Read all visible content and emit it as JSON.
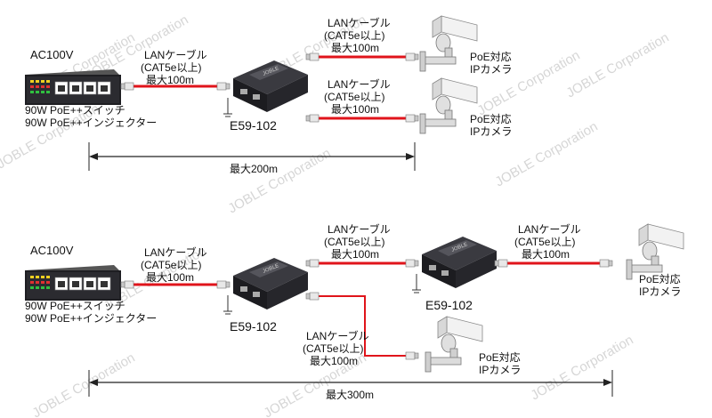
{
  "watermark": "JOBLE Corporation",
  "colors": {
    "cable": "#e0141b",
    "device": "#2a2a2e",
    "camera": "#e6e6e6",
    "text": "#111111"
  },
  "top": {
    "switch": {
      "power": "AC100V",
      "line1": "90W PoE++スイッチ",
      "line2": "90W PoE++インジェクター"
    },
    "cable1": {
      "l1": "LANケーブル",
      "l2": "(CAT5e以上)",
      "l3": "最大100m"
    },
    "extender": {
      "label": "E59-102"
    },
    "cable_cam1": {
      "l1": "LANケーブル",
      "l2": "(CAT5e以上)",
      "l3": "最大100m"
    },
    "cable_cam2": {
      "l1": "LANケーブル",
      "l2": "(CAT5e以上)",
      "l3": "最大100m"
    },
    "camera1": {
      "l1": "PoE対応",
      "l2": "IPカメラ"
    },
    "camera2": {
      "l1": "PoE対応",
      "l2": "IPカメラ"
    },
    "distance": "最大200m"
  },
  "bottom": {
    "switch": {
      "power": "AC100V",
      "line1": "90W PoE++スイッチ",
      "line2": "90W PoE++インジェクター"
    },
    "cable1": {
      "l1": "LANケーブル",
      "l2": "(CAT5e以上)",
      "l3": "最大100m"
    },
    "extender1": {
      "label": "E59-102"
    },
    "cable_mid": {
      "l1": "LANケーブル",
      "l2": "(CAT5e以上)",
      "l3": "最大100m"
    },
    "extender2": {
      "label": "E59-102"
    },
    "cable_far": {
      "l1": "LANケーブル",
      "l2": "(CAT5e以上)",
      "l3": "最大100m"
    },
    "camera_far": {
      "l1": "PoE対応",
      "l2": "IPカメラ"
    },
    "cable_low": {
      "l1": "LANケーブル",
      "l2": "(CAT5e以上)",
      "l3": "最大100m"
    },
    "camera_low": {
      "l1": "PoE対応",
      "l2": "IPカメラ"
    },
    "distance": "最大300m"
  }
}
